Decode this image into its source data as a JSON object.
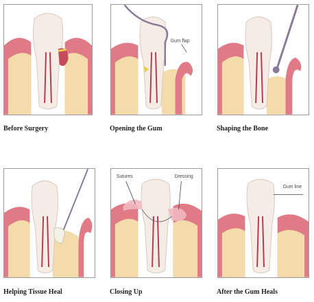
{
  "panels": [
    {
      "caption": "Before Surgery"
    },
    {
      "caption": "Opening the Gum",
      "annotations": [
        "Gum flap"
      ]
    },
    {
      "caption": "Shaping the Bone"
    },
    {
      "caption": "Helping Tissue Heal"
    },
    {
      "caption": "Closing Up",
      "annotations": [
        "Sutures",
        "Dressing"
      ]
    },
    {
      "caption": "After the Gum Heals",
      "annotations": [
        "Gum line"
      ]
    }
  ],
  "colors": {
    "gum": "#e07a86",
    "gum_dark": "#c44b5c",
    "bone": "#f3dcaa",
    "tooth": "#f6ece6",
    "root_canal": "#b23b52",
    "tartar": "#e6d04a",
    "instrument": "#8a7a9a",
    "frame": "#9a9a9a"
  }
}
